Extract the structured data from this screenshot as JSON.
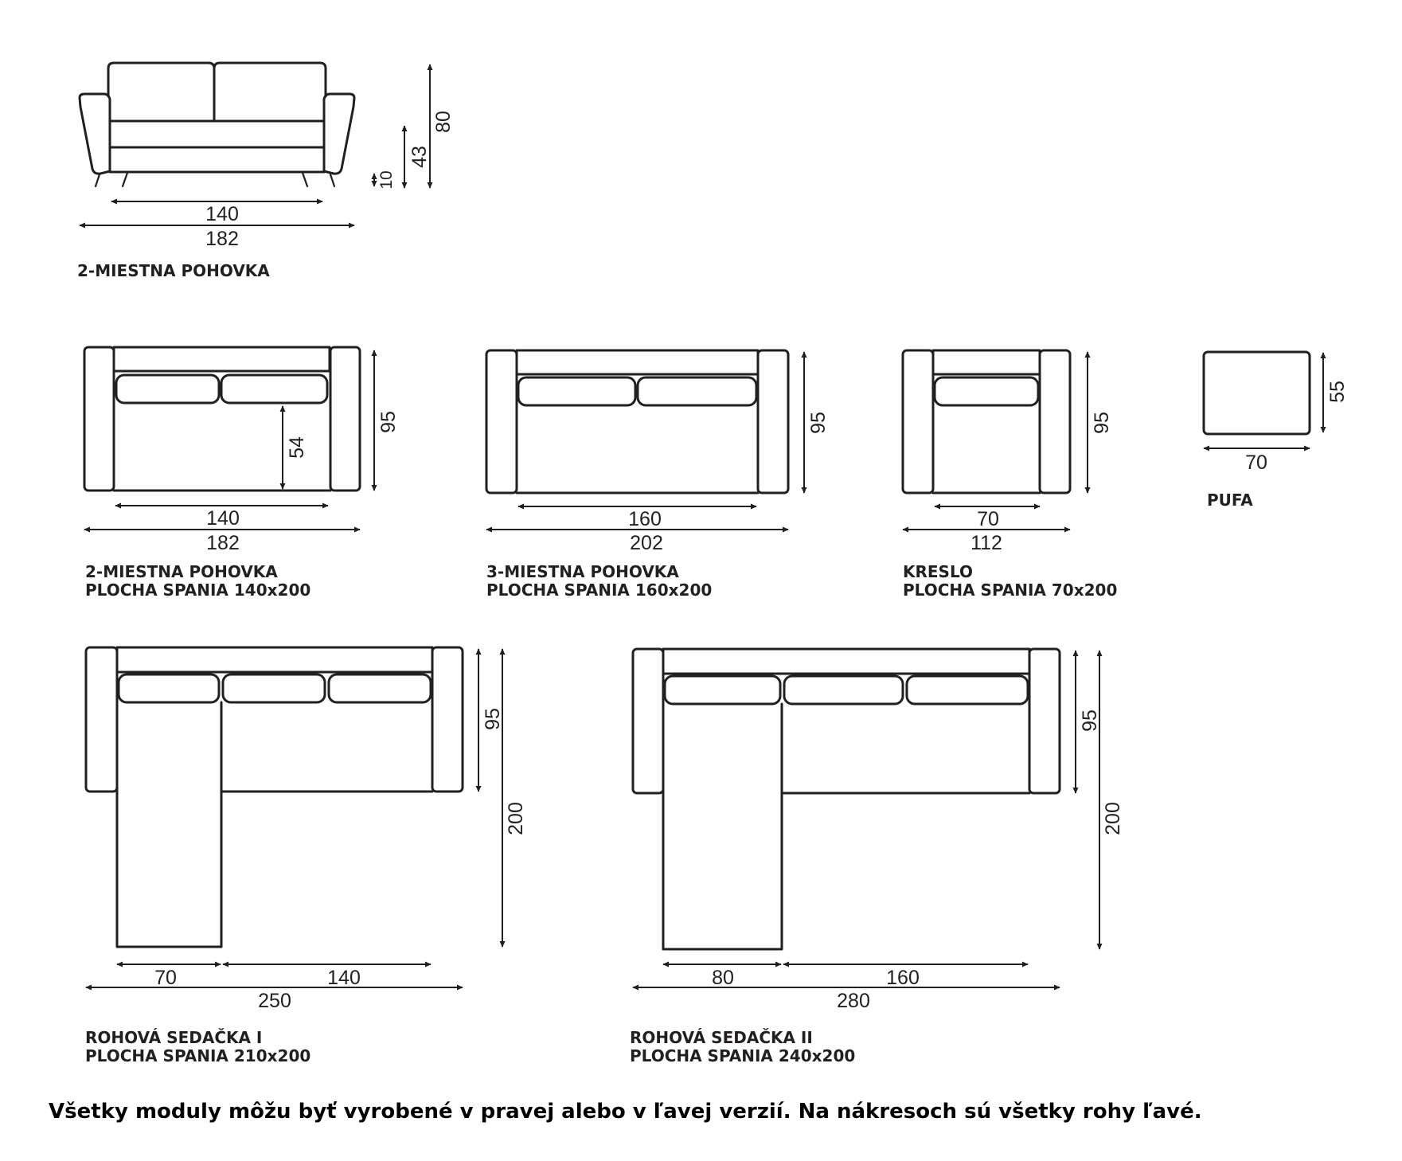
{
  "units": "cm",
  "line_color": "#231f20",
  "front_view": {
    "title": "2-MIESTNA POHOVKA",
    "dims": {
      "seat_width": "140",
      "total_width": "182",
      "leg_height": "10",
      "seat_height": "43",
      "total_height": "80"
    }
  },
  "sofa2": {
    "title": "2-MIESTNA POHOVKA",
    "subtitle": "PLOCHA SPANIA 140x200",
    "dims": {
      "inner": "140",
      "total": "182",
      "depth": "95",
      "seat_depth": "54"
    }
  },
  "sofa3": {
    "title": "3-MIESTNA POHOVKA",
    "subtitle": "PLOCHA SPANIA 160x200",
    "dims": {
      "inner": "160",
      "total": "202",
      "depth": "95"
    }
  },
  "armchair": {
    "title": "KRESLO",
    "subtitle": "PLOCHA SPANIA 70x200",
    "dims": {
      "inner": "70",
      "total": "112",
      "depth": "95"
    }
  },
  "pouf": {
    "title": "PUFA",
    "dims": {
      "width": "70",
      "depth": "55"
    }
  },
  "corner1": {
    "title": "ROHOVÁ SEDAČKA I",
    "subtitle": "PLOCHA SPANIA 210x200",
    "dims": {
      "chaise": "70",
      "seat": "140",
      "total": "250",
      "depth": "95",
      "length": "200"
    }
  },
  "corner2": {
    "title": "ROHOVÁ SEDAČKA II",
    "subtitle": "PLOCHA SPANIA 240x200",
    "dims": {
      "chaise": "80",
      "seat": "160",
      "total": "280",
      "depth": "95",
      "length": "200"
    }
  },
  "footer_note": "Všetky moduly môžu byť vyrobené v pravej alebo v ľavej verzií. Na nákresoch sú všetky rohy ľavé."
}
